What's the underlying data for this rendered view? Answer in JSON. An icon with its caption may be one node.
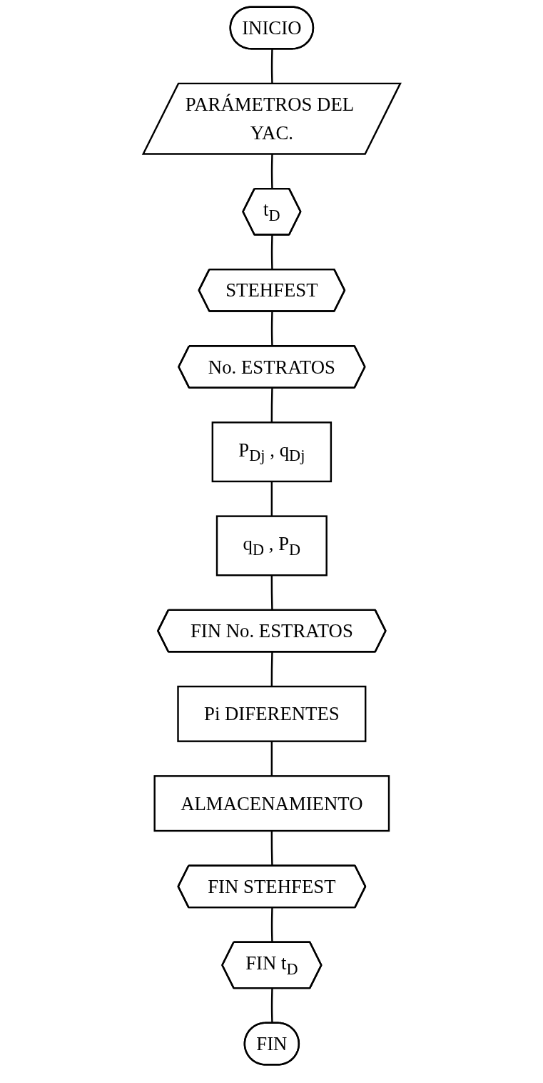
{
  "diagram": {
    "nodes": [
      {
        "text": [
          "INICIO"
        ]
      },
      {
        "text": [
          "PARÁMETROS DEL YAC."
        ]
      },
      {
        "text": [
          "t$_{D}$"
        ]
      },
      {
        "text": [
          "STEHFEST"
        ]
      },
      {
        "text": [
          "No. ESTRATOS"
        ]
      },
      {
        "text": [
          "P$_{Dj}$ , q$_{Dj}$"
        ]
      },
      {
        "text": [
          "q$_{D}$ , P$_{D}$"
        ]
      },
      {
        "text": [
          "FIN No. ESTRATOS"
        ]
      },
      {
        "text": [
          "Pi DIFERENTES"
        ]
      },
      {
        "text": [
          "ALMACENAMIENTO"
        ]
      },
      {
        "text": [
          "FIN STEHFEST"
        ]
      },
      {
        "text": [
          "FIN t$_{D}$"
        ]
      },
      {
        "text": [
          "FIN"
        ]
      }
    ],
    "edges": [
      {
        "from": 0,
        "to": 1,
        "arrow": "none"
      },
      {
        "from": 1,
        "to": 2,
        "arrow": "none"
      },
      {
        "from": 2,
        "to": 3,
        "arrow": "none"
      },
      {
        "from": 3,
        "to": 4,
        "arrow": "none"
      },
      {
        "from": 4,
        "to": 5,
        "arrow": "none"
      },
      {
        "from": 5,
        "to": 6,
        "arrow": "none"
      },
      {
        "from": 6,
        "to": 7,
        "arrow": "none"
      },
      {
        "from": 7,
        "to": 8,
        "arrow": "none"
      },
      {
        "from": 8,
        "to": 9,
        "arrow": "none"
      },
      {
        "from": 9,
        "to": 10,
        "arrow": "none"
      },
      {
        "from": 10,
        "to": 11,
        "arrow": "none"
      },
      {
        "from": 11,
        "to": 12,
        "arrow": "none"
      }
    ]
  }
}
